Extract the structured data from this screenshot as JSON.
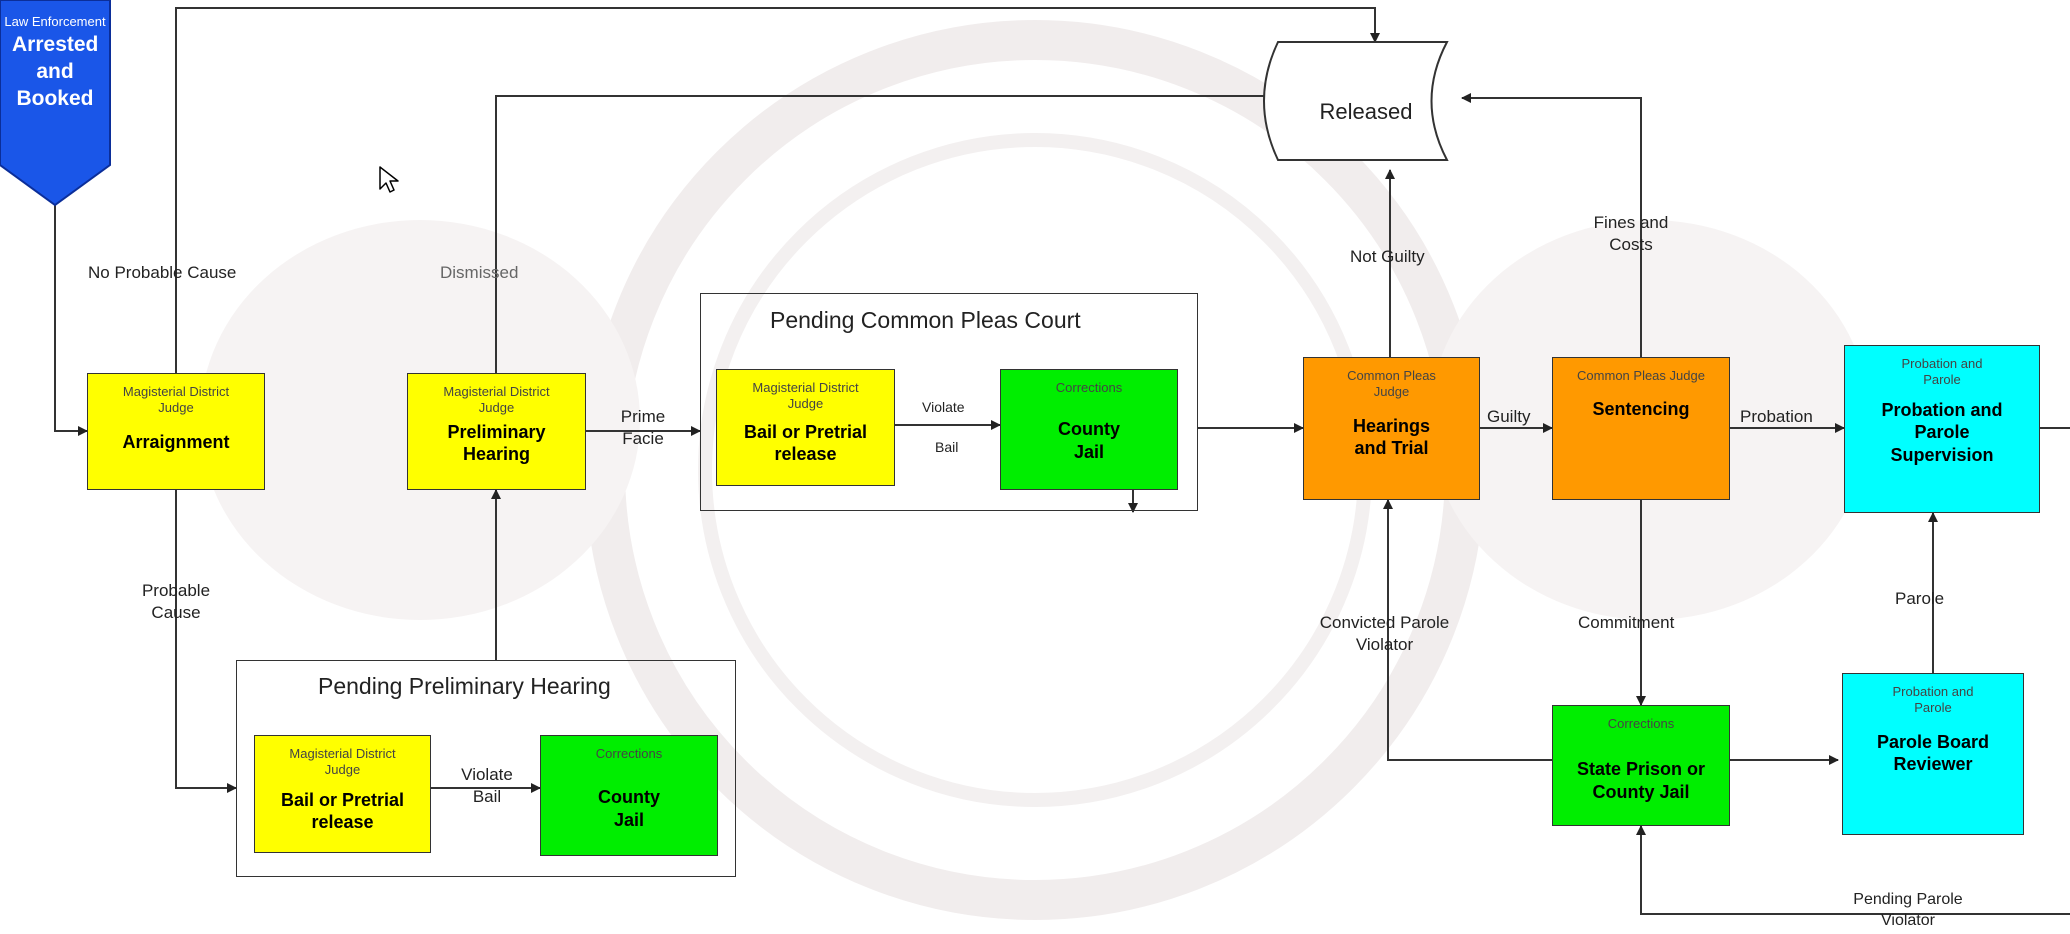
{
  "entry": {
    "role": "Law Enforcement",
    "label": "Arrested and Booked"
  },
  "released": "Released",
  "groups": {
    "common_pleas": "Pending Common Pleas Court",
    "preliminary": "Pending Preliminary Hearing"
  },
  "boxes": {
    "arraignment": {
      "role": "Magisterial District Judge",
      "label": "Arraignment"
    },
    "preliminary_hearing": {
      "role": "Magisterial District Judge",
      "label": "Preliminary Hearing"
    },
    "bail_cp": {
      "role": "Magisterial District Judge",
      "label": "Bail or Pretrial release"
    },
    "jail_cp": {
      "role": "Corrections",
      "label": "County Jail"
    },
    "bail_ph": {
      "role": "Magisterial District Judge",
      "label": "Bail or Pretrial release"
    },
    "jail_ph": {
      "role": "Corrections",
      "label": "County Jail"
    },
    "hearings": {
      "role": "Common Pleas Judge",
      "label": "Hearings and Trial"
    },
    "sentencing": {
      "role": "Common Pleas Judge",
      "label": "Sentencing"
    },
    "probation": {
      "role": "Probation and Parole",
      "label": "Probation and Parole Supervision"
    },
    "prison": {
      "role": "Corrections",
      "label": "State Prison or County Jail"
    },
    "parole_board": {
      "role": "Probation and Parole",
      "label": "Parole Board Reviewer"
    }
  },
  "labels": {
    "no_probable_cause": "No Probable Cause",
    "dismissed": "Dismissed",
    "prime_facie": "Prime Facie",
    "violate_cp": "Violate",
    "bail_cp": "Bail",
    "probable_cause": "Probable Cause",
    "violate_bail_ph": "Violate Bail",
    "not_guilty": "Not Guilty",
    "guilty": "Guilty",
    "fines_costs": "Fines and Costs",
    "probation": "Probation",
    "commitment": "Commitment",
    "parole": "Parole",
    "convicted_parole_violator": "Convicted Parole Violator",
    "pending_parole_violator": "Pending Parole Violator"
  },
  "colors": {
    "magisterial": "#ffff00",
    "corrections": "#00ee00",
    "common_pleas": "#ff9900",
    "probation_parole": "#00ffff",
    "law_enforcement": "#1a56e8"
  }
}
